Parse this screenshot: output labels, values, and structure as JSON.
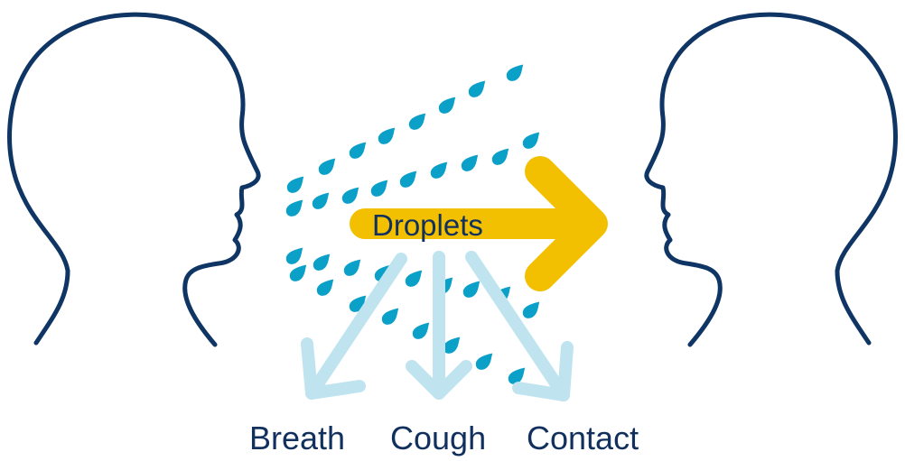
{
  "colors": {
    "head_outline": "#0f3565",
    "droplet": "#0aa0c8",
    "main_arrow": "#f2c000",
    "route_arrow": "#bfe4f0",
    "label_text": "#11305e"
  },
  "main_arrow": {
    "label": "Droplets",
    "icon": "right-arrow-icon"
  },
  "routes": [
    {
      "label": "Breath",
      "icon": "down-left-arrow-icon"
    },
    {
      "label": "Cough",
      "icon": "down-arrow-icon"
    },
    {
      "label": "Contact",
      "icon": "down-right-arrow-icon"
    }
  ],
  "figures": [
    {
      "icon": "head-silhouette-icon",
      "facing": "right"
    },
    {
      "icon": "head-silhouette-icon",
      "facing": "left"
    }
  ]
}
